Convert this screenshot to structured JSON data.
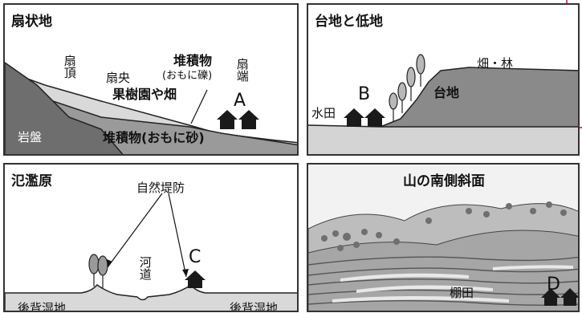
{
  "panels": {
    "fan": {
      "title": "扇状地",
      "label_apex": "扇頂",
      "label_middle": "扇央",
      "label_orchard": "果樹園や畑",
      "label_deposit_gravel_1": "堆積物",
      "label_deposit_gravel_2": "(おもに礫)",
      "label_toe": "扇端",
      "label_A": "A",
      "label_bedrock": "岩盤",
      "label_deposit_sand": "堆積物(おもに砂)"
    },
    "terrace": {
      "title": "台地と低地",
      "label_field_forest": "畑・林",
      "label_B": "B",
      "label_terrace": "台地",
      "label_paddy": "水田"
    },
    "floodplain": {
      "title": "氾濫原",
      "label_levee": "自然堤防",
      "label_C": "C",
      "label_river": "河道",
      "label_backmarsh_left": "後背湿地",
      "label_backmarsh_right": "後背湿地"
    },
    "slope": {
      "title": "山の南側斜面",
      "label_D": "D",
      "label_terraced_paddy": "棚田"
    }
  },
  "colors": {
    "bedrock": "#6e6e6e",
    "deposit": "#9a9a9a",
    "light": "#d9d9d9",
    "terrace_fill": "#8a8a8a",
    "lowland": "#d4d4d4",
    "house": "#1a1a1a",
    "accent_border": "#e0388a"
  }
}
